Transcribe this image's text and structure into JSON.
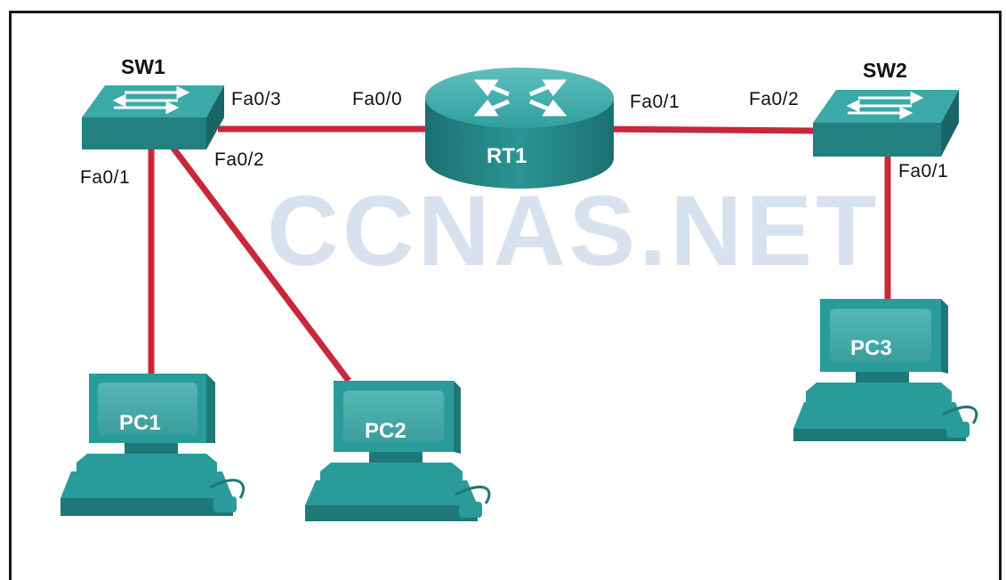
{
  "devices": {
    "sw1": {
      "name": "SW1"
    },
    "sw2": {
      "name": "SW2"
    },
    "rt1": {
      "name": "RT1"
    },
    "pc1": {
      "name": "PC1"
    },
    "pc2": {
      "name": "PC2"
    },
    "pc3": {
      "name": "PC3"
    }
  },
  "ports": {
    "sw1_fa03": "Fa0/3",
    "sw1_fa02": "Fa0/2",
    "sw1_fa01": "Fa0/1",
    "rt1_fa00": "Fa0/0",
    "rt1_fa01": "Fa0/1",
    "sw2_fa02": "Fa0/2",
    "sw2_fa01": "Fa0/1"
  },
  "watermark": "CCNAS.NET",
  "colors": {
    "link": "#c8283a",
    "device_teal": "#2a9b9b",
    "device_dark": "#1f7878",
    "device_light": "#6ec9c6",
    "watermark": "#d8e2ef"
  }
}
